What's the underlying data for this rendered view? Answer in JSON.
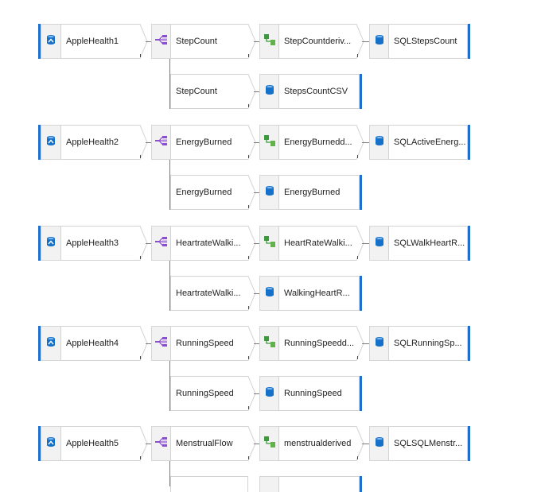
{
  "rows": [
    {
      "source": "AppleHealth1",
      "split": "StepCount",
      "derived": "StepCountderiv...",
      "sink": "SQLStepsCount",
      "branch": "StepCount",
      "branch_sink": "StepsCountCSV"
    },
    {
      "source": "AppleHealth2",
      "split": "EnergyBurned",
      "derived": "EnergyBurnedd...",
      "sink": "SQLActiveEnerg...",
      "branch": "EnergyBurned",
      "branch_sink": "EnergyBurned"
    },
    {
      "source": "AppleHealth3",
      "split": "HeartrateWalki...",
      "derived": "HeartRateWalki...",
      "sink": "SQLWalkHeartR...",
      "branch": "HeartrateWalki...",
      "branch_sink": "WalkingHeartR..."
    },
    {
      "source": "AppleHealth4",
      "split": "RunningSpeed",
      "derived": "RunningSpeedd...",
      "sink": "SQLRunningSp...",
      "branch": "RunningSpeed",
      "branch_sink": "RunningSpeed"
    },
    {
      "source": "AppleHealth5",
      "split": "MenstrualFlow",
      "derived": "menstrualderived",
      "sink": "SQLSQLMenstr...",
      "branch": "",
      "branch_sink": ""
    }
  ],
  "colors": {
    "accent": "#1f6fcf",
    "split_icon": "#8a4fd1",
    "derive_icon_a": "#3c9a3c",
    "derive_icon_b": "#63b14a",
    "db_icon": "#1570c9"
  },
  "icons": {
    "source": "database-source-icon",
    "split": "conditional-split-icon",
    "derived": "derived-column-icon",
    "sink": "database-sink-icon"
  }
}
